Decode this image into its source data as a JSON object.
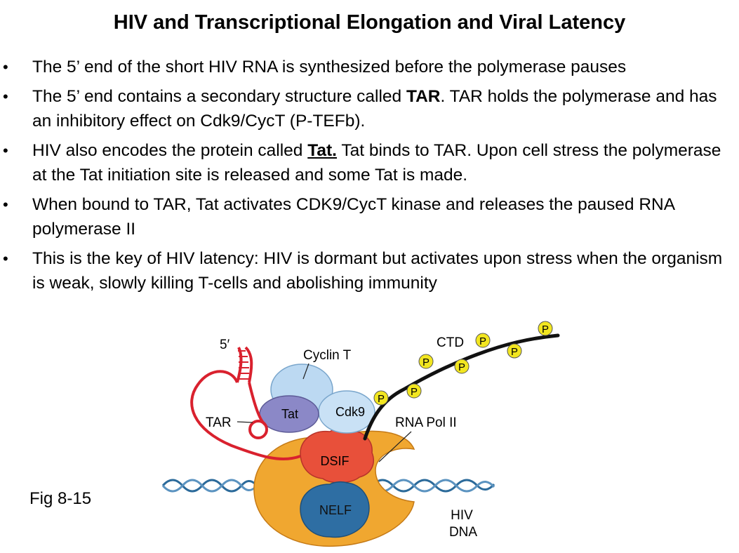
{
  "title": "HIV and Transcriptional Elongation and Viral Latency",
  "bullets": [
    {
      "text": "The 5’ end of the short HIV RNA is synthesized before the polymerase pauses"
    },
    {
      "pre": "The 5’ end contains a secondary structure called ",
      "emph": "TAR",
      "post": ". TAR holds the polymerase and has an inhibitory effect on Cdk9/CycT (P-TEFb)."
    },
    {
      "pre": "HIV also encodes the protein called ",
      "emph": "Tat.",
      "post": " Tat binds to TAR. Upon cell stress the polymerase at the Tat initiation site is released and some Tat is made."
    },
    {
      "text": "When bound to TAR, Tat activates CDK9/CycT kinase and releases the paused RNA polymerase II"
    },
    {
      "text": "This is the key of HIV latency: HIV is dormant but activates upon stress when the organism is weak, slowly killing T-cells and abolishing immunity"
    }
  ],
  "figure": {
    "caption": "Fig 8-15",
    "labels": {
      "five_prime": "5′",
      "cyclin_t": "Cyclin T",
      "tat": "Tat",
      "cdk9": "Cdk9",
      "tar": "TAR",
      "ctd": "CTD",
      "rna_pol": "RNA Pol II",
      "dsif": "DSIF",
      "nelf": "NELF",
      "hiv": "HIV",
      "dna": "DNA",
      "phospho": "P"
    },
    "colors": {
      "rna": "#d9212e",
      "pol2": "#f0a730",
      "cyclin": "#bcd9f2",
      "tat": "#8b88c7",
      "cdk9": "#c9e1f5",
      "dsif": "#e8503a",
      "nelf": "#2e6ea3",
      "phospho": "#f2e620",
      "dna": "#2b6a9a"
    }
  }
}
